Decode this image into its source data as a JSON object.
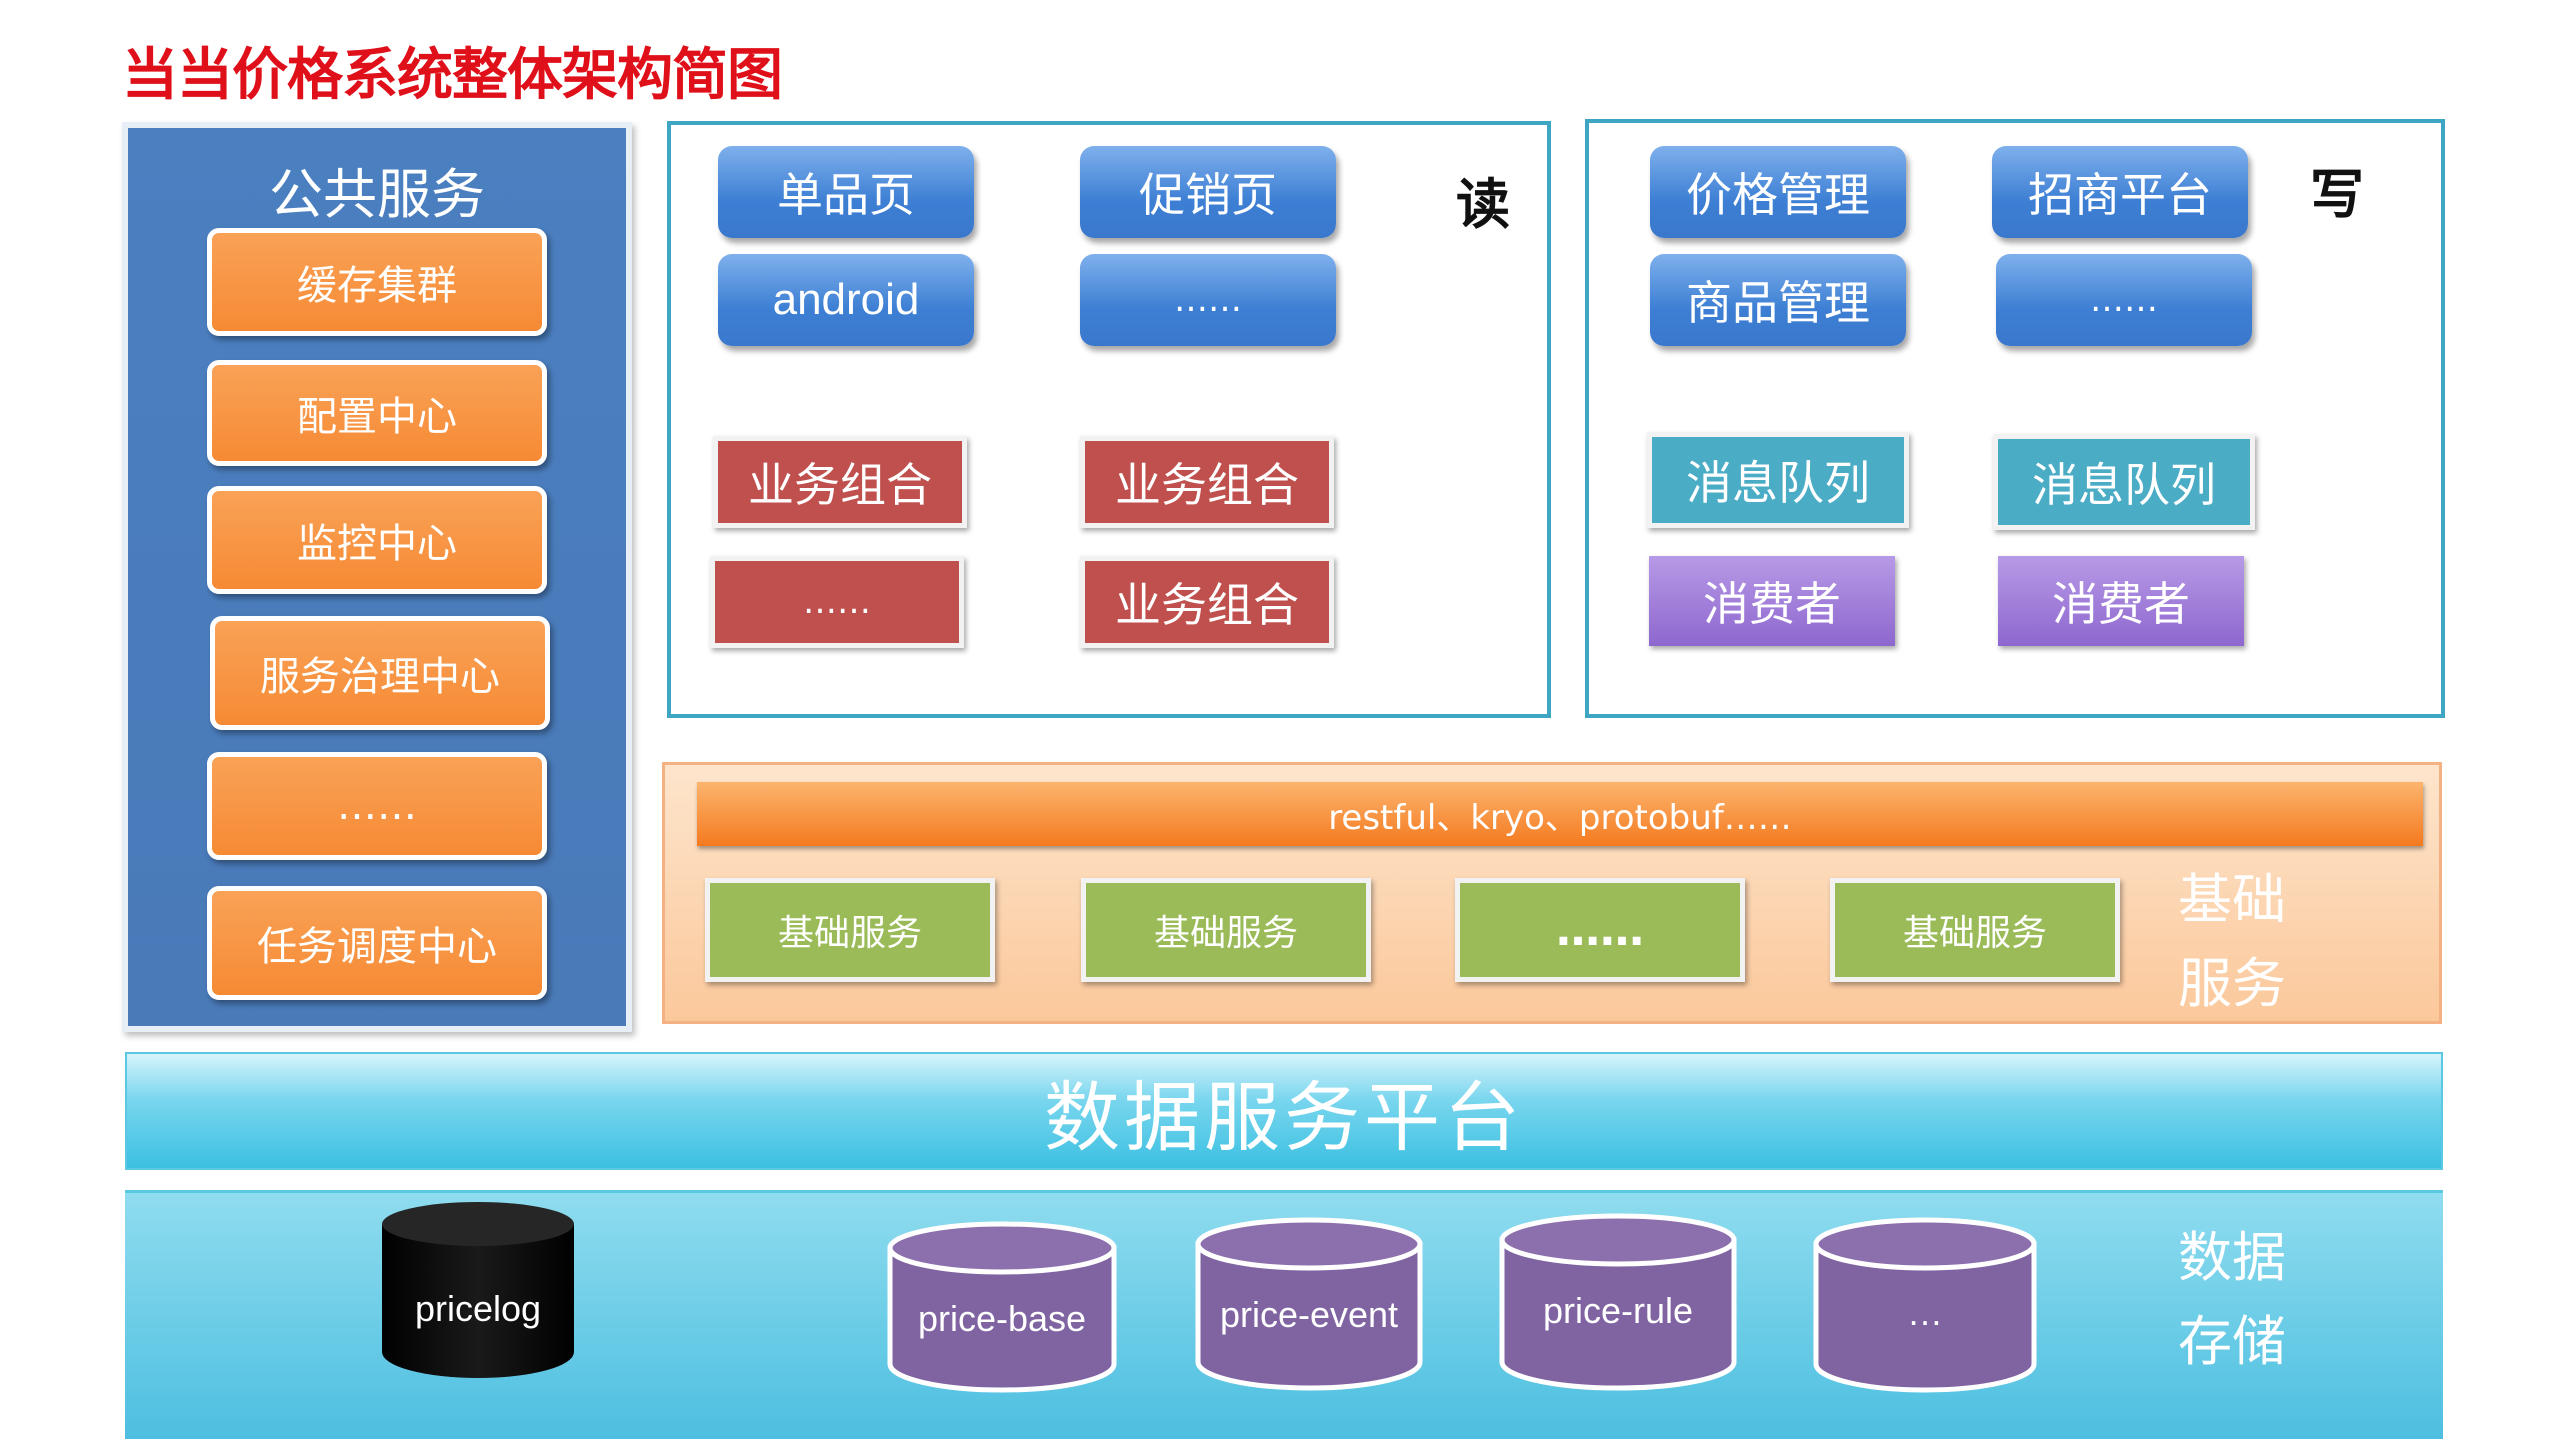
{
  "title": "当当价格系统整体架构简图",
  "public_services": {
    "title": "公共服务",
    "items": [
      "缓存集群",
      "配置中心",
      "监控中心",
      "服务治理中心",
      "……",
      "任务调度中心"
    ]
  },
  "read": {
    "label": "读",
    "pages": [
      "单品页",
      "促销页",
      "android",
      "……"
    ],
    "business": [
      "业务组合",
      "业务组合",
      "……",
      "业务组合"
    ]
  },
  "write": {
    "label": "写",
    "apps": [
      "价格管理",
      "招商平台",
      "商品管理",
      "……"
    ],
    "queues": [
      "消息队列",
      "消息队列"
    ],
    "consumers": [
      "消费者",
      "消费者"
    ]
  },
  "base_services": {
    "protocol": "restful、kryo、protobuf……",
    "items": [
      "基础服务",
      "基础服务",
      "……",
      "基础服务"
    ],
    "label_line1": "基础",
    "label_line2": "服务"
  },
  "data_platform": "数据服务平台",
  "storage": {
    "label_line1": "数据",
    "label_line2": "存储",
    "pricelog": "pricelog",
    "dbs": [
      "price-base",
      "price-event",
      "price-rule",
      "…"
    ]
  },
  "colors": {
    "title": "#e0101a",
    "public_panel": "#4a7ab8",
    "orange": "#f68a34",
    "blue_btn": "#3d7fd4",
    "business_red": "#c0504d",
    "queue_teal": "#4bacc6",
    "consumer_purple": "#8e67cf",
    "base_green": "#9bbb59",
    "db_purple": "#8064a2",
    "frame": "#3ea6c2"
  }
}
